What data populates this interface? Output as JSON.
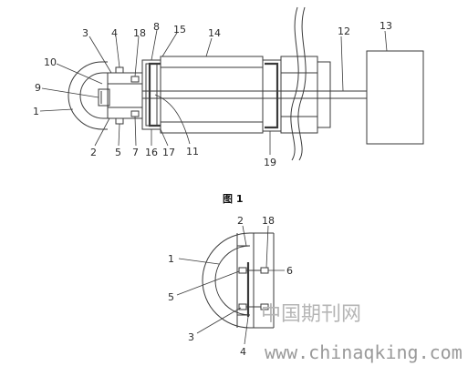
{
  "figure1": {
    "caption": "图 1",
    "labels": {
      "l1": "1",
      "l2": "2",
      "l3": "3",
      "l4": "4",
      "l5": "5",
      "l7": "7",
      "l8": "8",
      "l9": "9",
      "l10": "10",
      "l11": "11",
      "l12": "12",
      "l13": "13",
      "l14": "14",
      "l15": "15",
      "l16": "16",
      "l17": "17",
      "l18": "18",
      "l19": "19"
    }
  },
  "figure2": {
    "labels": {
      "l1": "1",
      "l2": "2",
      "l3": "3",
      "l4": "4",
      "l5": "5",
      "l6": "6",
      "l18": "18"
    }
  },
  "watermark": {
    "site_cn": "中国期刊网",
    "url": "www.chinaqking.com"
  }
}
